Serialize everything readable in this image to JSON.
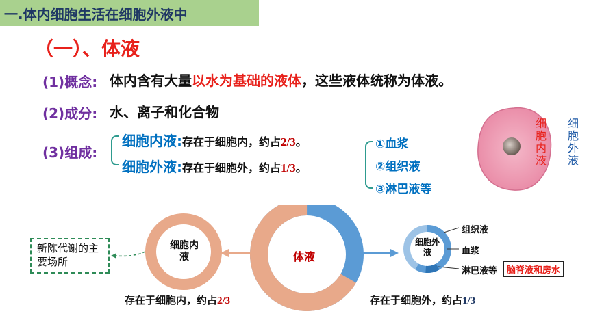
{
  "header": {
    "title": "一.体内细胞生活在细胞外液中"
  },
  "section": {
    "heading": "（一）、体液"
  },
  "concept": {
    "label": "(1)概念:",
    "text_before": "体内含有大量",
    "highlight": "以水为基础的液体",
    "text_after": "，这些液体统称为体液。"
  },
  "components": {
    "label": "(2)成分:",
    "text": "水、离子和化合物"
  },
  "composition": {
    "label": "(3)组成:",
    "intracellular": {
      "name": "细胞内液:",
      "desc": "存在于细胞内，约占",
      "fraction": "2/3",
      "end": "。"
    },
    "extracellular": {
      "name": "细胞外液:",
      "desc": "存在于细胞外，约占",
      "fraction": "1/3",
      "end": "。"
    },
    "sub_items": [
      "①血浆",
      "②组织液",
      "③淋巴液等"
    ]
  },
  "cell_figure": {
    "inner_label": "细胞内液",
    "outer_label": "细胞外液"
  },
  "diagram": {
    "center_label": "体液",
    "left_label": "细胞内液",
    "left_caption_text": "存在于细胞内，约占",
    "left_caption_frac": "2/3",
    "right_label": "细胞外液",
    "right_caption_text": "存在于细胞外，约占",
    "right_caption_frac": "1/3",
    "metabolism_box": "新陈代谢的主要场所",
    "legend": [
      "组织液",
      "血浆",
      "淋巴液等"
    ],
    "other_fluid": "脑脊液和房水",
    "colors": {
      "intracellular": "#e8a98a",
      "extracellular": "#5b9bd5",
      "arrow": "#e8a98a"
    }
  }
}
